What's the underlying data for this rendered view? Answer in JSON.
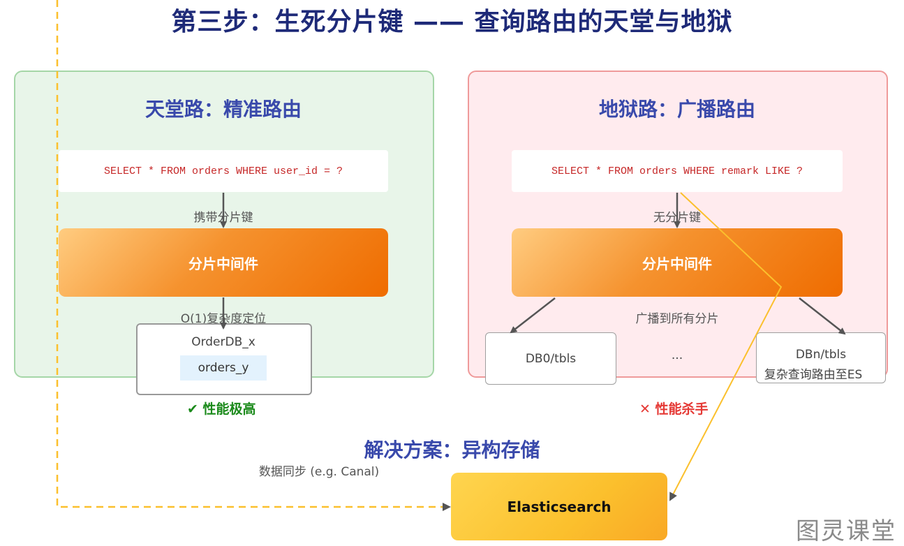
{
  "title": "第三步：生死分片键 —— 查询路由的天堂与地狱",
  "heaven": {
    "title": "天堂路：精准路由",
    "sql": "SELECT * FROM orders WHERE user_id = ?",
    "edge_label_1": "携带分片键",
    "middleware": "分片中间件",
    "edge_label_2": "O(1)复杂度定位",
    "db_name": "OrderDB_x",
    "table_name": "orders_y",
    "verdict_icon": "✔",
    "verdict": "性能极高",
    "verdict_color": "#1b8a1b"
  },
  "hell": {
    "title": "地狱路：广播路由",
    "sql": "SELECT * FROM orders WHERE remark LIKE ?",
    "edge_label_1": "无分片键",
    "middleware": "分片中间件",
    "edge_label_2": "广播到所有分片",
    "db_first": "DB0/tbls",
    "db_ellipsis": "...",
    "db_last": "DBn/tbls",
    "reroute_label": "复杂查询路由至ES",
    "verdict_icon": "✕",
    "verdict": "性能杀手",
    "verdict_color": "#e53935"
  },
  "solution": {
    "title": "解决方案：异构存储",
    "sync_label": "数据同步 (e.g. Canal)",
    "es": "Elasticsearch"
  },
  "watermark": "图灵课堂",
  "colors": {
    "title": "#1e2a78",
    "panel_title": "#3949ab",
    "sync_line": "#fbc02d",
    "arrow": "#555555"
  }
}
